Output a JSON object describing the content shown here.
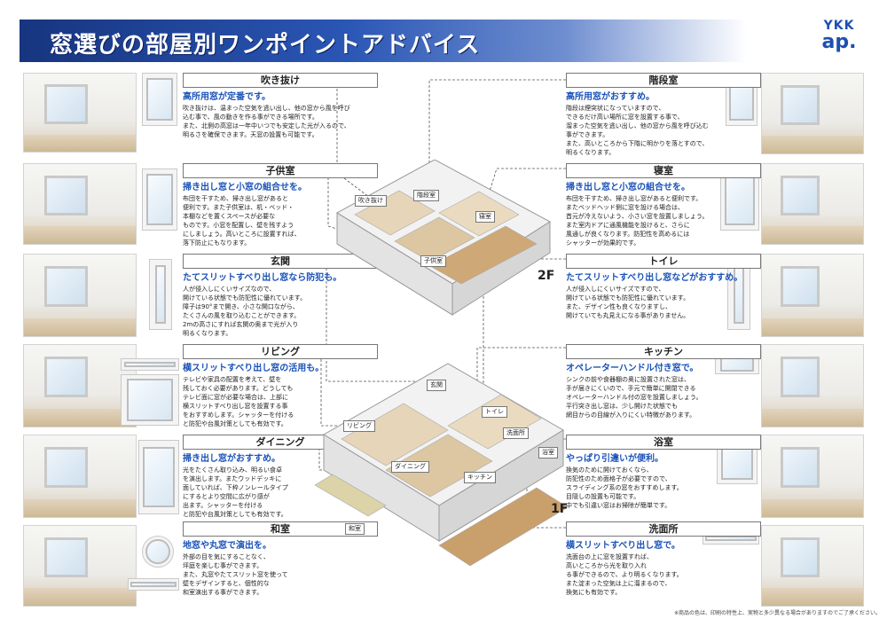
{
  "header": {
    "title": "窓選びの部屋別ワンポイントアドバイス",
    "logo_top": "YKK",
    "logo_bottom": "ap."
  },
  "colors": {
    "banner": "#1e3f94",
    "lead_text": "#1a52b8",
    "logo": "#1d4fb0"
  },
  "floor_labels": {
    "upper": "2F",
    "lower": "1F"
  },
  "sections": {
    "fukinuke": {
      "title": "吹き抜け",
      "lead": "高所用窓が定番です。",
      "body": [
        "吹き抜けは、温まった空気を逃い出し、他の窓から風を呼び",
        "込む事で、風の動きを作る事ができる場所です。",
        "また、北側の高窓は一年中いつでも安定した光が入るので、",
        "明るさを確保できます。天窓の設置も可能です。"
      ]
    },
    "kodomo": {
      "title": "子供室",
      "lead": "掃き出し窓と小窓の組合せを。",
      "body": [
        "布団を干すため、掃き出し窓があると",
        "便利です。また子供室は、机・ベッド・",
        "本棚などを置くスペースが必要な",
        "ものです。小窓を配置し、壁を残すよう",
        "にしましょう。高いところに設置すれば、",
        "落下防止にもなります。"
      ]
    },
    "genkan": {
      "title": "玄関",
      "lead": "たてスリットすべり出し窓なら防犯も。",
      "body": [
        "人が侵入しにくいサイズなので、",
        "開けている状態でも防犯性に優れています。",
        "障子は90°まで開き、小さな開口ながら、",
        "たくさんの風を取り込むことができます。",
        "2mの高さにすれば玄関の奥まで光が入り",
        "明るくなります。"
      ]
    },
    "living": {
      "title": "リビング",
      "lead": "横スリットすべり出し窓の活用も。",
      "body": [
        "テレビや家具の配置を考えて、壁を",
        "残しておく必要があります。どうしても",
        "テレビ面に窓が必要な場合は、上部に",
        "横スリットすべり出し窓を設置する事",
        "をおすすめします。シャッターを付ける",
        "と防犯や台風対策としても有効です。"
      ]
    },
    "dining": {
      "title": "ダイニング",
      "lead": "掃き出し窓がおすすめ。",
      "body": [
        "光をたくさん取り込み、明るい食卓",
        "を演出します。またウッドデッキに",
        "面していれば、下枠ノンレールタイプ",
        "にするとより空間に広がり感が",
        "出ます。シャッターを付ける",
        "と防犯や台風対策としても有効です。"
      ]
    },
    "washitsu": {
      "title": "和室",
      "lead": "地窓や丸窓で演出を。",
      "body": [
        "外部の目を気にすることなく、",
        "坪庭を楽しむ事ができます。",
        "また、丸窓やたてスリット窓を使って",
        "壁をデザインすると、個性的な",
        "和室演出する事ができます。"
      ]
    },
    "kaidan": {
      "title": "階段室",
      "lead": "高所用窓がおすすめ。",
      "body": [
        "階段は煙突状になっていますので、",
        "できるだけ高い場所に窓を設置する事で、",
        "溜まった空気を逃い出し、他の窓から風を呼び込む",
        "事ができます。",
        "また、高いところから下階に明かりを落とすので、",
        "明るくなります。"
      ]
    },
    "shinshitsu": {
      "title": "寝室",
      "lead": "掃き出し窓と小窓の組合せを。",
      "body": [
        "布団を干すため、掃き出し窓があると便利です。",
        "またベッドヘッド側に窓を設ける場合は、",
        "首元が冷えないよう、小さい窓を設置しましょう。",
        "また室内ドアに通風機能を設けると、さらに",
        "風通しが良くなります。防犯性を高めるには",
        "シャッターが効果的です。"
      ]
    },
    "toilet": {
      "title": "トイレ",
      "lead": "たてスリットすべり出し窓などがおすすめ。",
      "body": [
        "人が侵入しにくいサイズですので、",
        "開けている状態でも防犯性に優れています。",
        "また、デザイン性も良くなりますし、",
        "開けていても丸見えになる事がありません。"
      ]
    },
    "kitchen": {
      "title": "キッチン",
      "lead": "オペレーターハンドル付き窓で。",
      "body": [
        "シンクの前や食器棚の奥に設置された窓は、",
        "手が届きにくいので、手元で簡単に開閉できる",
        "オペレーターハンドル付の窓を設置しましょう。",
        "平行突き出し窓は、少し開けた状態でも",
        "網目からの目線が入りにくい特徴があります。"
      ]
    },
    "yokushitsu": {
      "title": "浴室",
      "lead": "やっぱり引違いが便利。",
      "body": [
        "換気のために開けておくなら、",
        "防犯性のため面格子が必要ですので、",
        "スライディング系の窓をおすすめします。",
        "目隠しの設置も可能です。",
        "中でも引違い窓はお掃除が簡単です。"
      ]
    },
    "senmen": {
      "title": "洗面所",
      "lead": "横スリットすべり出し窓で。",
      "body": [
        "洗面台の上に窓を設置すれば、",
        "高いところから光を取り入れ",
        "る事ができるので、より明るくなります。",
        "また淀まった空気は上に溜まるので、",
        "換気にも有効です。"
      ]
    }
  },
  "plan_tags": {
    "upper": [
      "吹き抜け",
      "階段室",
      "寝室",
      "子供室"
    ],
    "lower": [
      "玄関",
      "トイレ",
      "洗面所",
      "浴室",
      "リビング",
      "ダイニング",
      "キッチン",
      "和室"
    ]
  },
  "footnote": "※商品の色は、印刷の特性上、実物と多少異なる場合がありますのでご了承ください。"
}
